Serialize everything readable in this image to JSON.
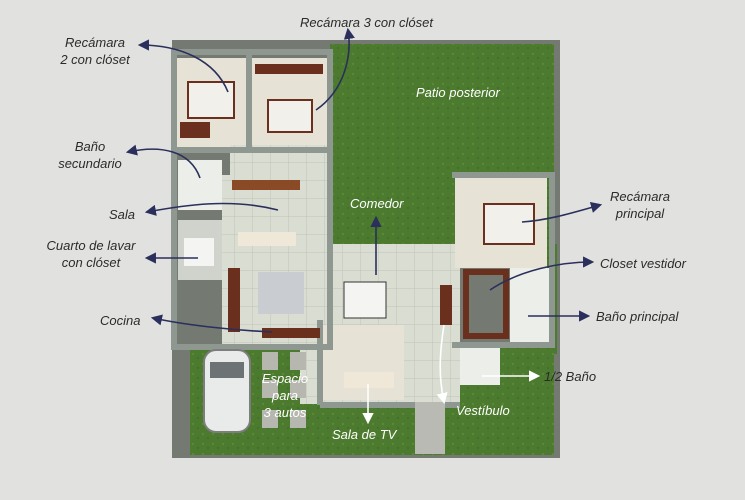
{
  "labels": {
    "bedroom2": "Recámara\n2 con clóset",
    "bedroom3": "Recámara 3 con clóset",
    "back_patio": "Patio posterior",
    "secondary_bath": "Baño\nsecundario",
    "living_room": "Sala",
    "dining_room": "Comedor",
    "master_bedroom": "Recámara\nprincipal",
    "laundry": "Cuarto de lavar\ncon clóset",
    "walk_in_closet": "Closet vestidor",
    "kitchen": "Cocina",
    "master_bath": "Baño principal",
    "parking": "Espacio\npara\n3 autos",
    "half_bath": "1/2 Baño",
    "entrance": "Vestíbulo",
    "tv_room": "Sala de TV"
  },
  "colors": {
    "background": "#e1e1df",
    "lawn": "#4c7a2e",
    "floor_tile": "#d9ddd2",
    "wall": "#8f9890",
    "arrow": "#2a2f5c",
    "wood": "#6b2f1e",
    "label_text": "#2b2b2b",
    "label_on_floor": "#ffffff"
  }
}
